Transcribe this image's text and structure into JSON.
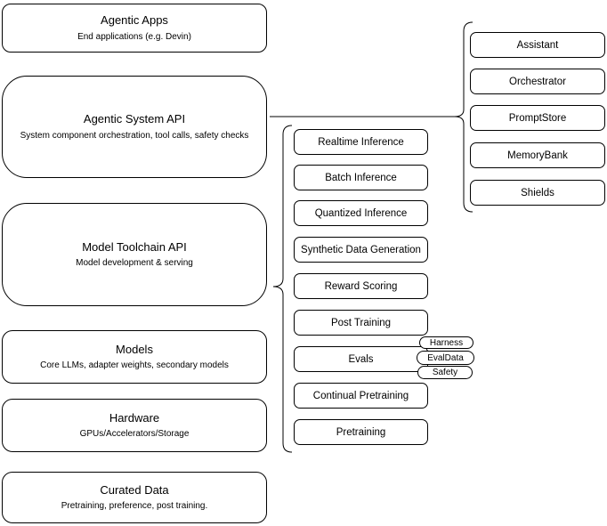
{
  "left_stack": [
    {
      "title": "Agentic Apps",
      "subtitle": "End applications (e.g. Devin)"
    },
    {
      "title": "Agentic System API",
      "subtitle": "System component orchestration, tool calls, safety checks"
    },
    {
      "title": "Model Toolchain API",
      "subtitle": "Model development & serving"
    },
    {
      "title": "Models",
      "subtitle": "Core LLMs, adapter weights, secondary models"
    },
    {
      "title": "Hardware",
      "subtitle": "GPUs/Accelerators/Storage"
    },
    {
      "title": "Curated Data",
      "subtitle": "Pretraining, preference, post training."
    }
  ],
  "toolchain_items": [
    "Realtime Inference",
    "Batch Inference",
    "Quantized Inference",
    "Synthetic Data Generation",
    "Reward Scoring",
    "Post Training",
    "Evals",
    "Continual Pretraining",
    "Pretraining"
  ],
  "eval_tags": [
    "Harness",
    "EvalData",
    "Safety"
  ],
  "system_items": [
    "Assistant",
    "Orchestrator",
    "PromptStore",
    "MemoryBank",
    "Shields"
  ],
  "colors": {
    "stroke": "#000000",
    "background": "#ffffff",
    "text": "#000000"
  }
}
